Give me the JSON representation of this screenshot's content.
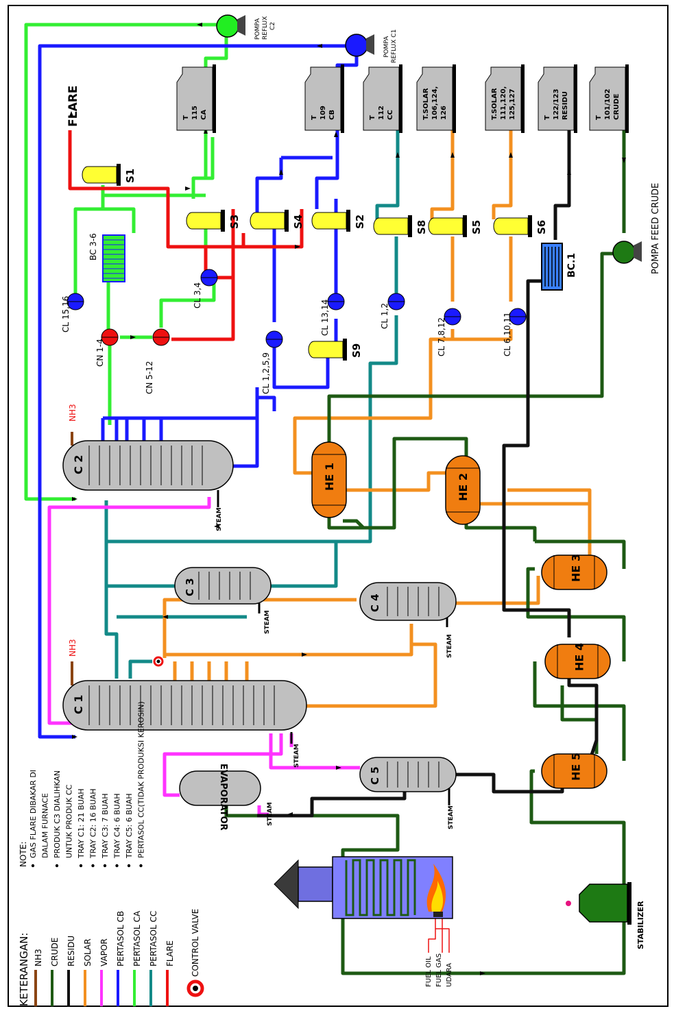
{
  "tanks": [
    {
      "id": "115CA",
      "t": "T",
      "a": "115",
      "b": "CA"
    },
    {
      "id": "109CB",
      "t": "T",
      "a": "109",
      "b": "CB"
    },
    {
      "id": "112CC",
      "t": "T",
      "a": "112",
      "b": "CC"
    },
    {
      "id": "solar1",
      "t": "T.SOLAR",
      "a": "106,124,",
      "b": "126"
    },
    {
      "id": "solar2",
      "t": "T.SOLAR",
      "a": "111,120,",
      "b": "125,127"
    },
    {
      "id": "residu",
      "t": "T",
      "a": "122/123",
      "b": "RESIDU"
    },
    {
      "id": "crude",
      "t": "T",
      "a": "101/102",
      "b": "CRUDE"
    }
  ],
  "pumps": {
    "c2": [
      "POMPA",
      "REFLUX",
      "C2"
    ],
    "c1": [
      "POMPA",
      "REFLUX C1"
    ],
    "feed": "POMPA FEED CRUDE"
  },
  "separators": {
    "s1": "S1",
    "s2": "S2",
    "s3": "S3",
    "s4": "S4",
    "s5": "S5",
    "s6": "S6",
    "s8": "S8",
    "s9": "S9"
  },
  "coolers": {
    "cl1516": "CL 15,16",
    "cl34": "CL 3,4",
    "cl1259": "CL 1,2,5,9",
    "cl1314": "CL 13,14",
    "cl12": "CL 1,2",
    "cl7812": "CL 7,8,12",
    "cl61011": "CL 6,10,11",
    "cn14": "CN 1-4",
    "cn512": "CN 5-12",
    "bc36": "BC 3-6",
    "bc1": "BC.1"
  },
  "columns": {
    "c1": "C 1",
    "c2": "C 2",
    "c3": "C 3",
    "c4": "C 4",
    "c5": "C 5"
  },
  "exchangers": {
    "he1": "HE 1",
    "he2": "HE 2",
    "he3": "HE 3",
    "he4": "HE 4",
    "he5": "HE 5"
  },
  "misc": {
    "flare": "FLARE",
    "nh3": "NH3",
    "steam": "STEAM",
    "evaporator": "EVAPORATOR",
    "stabilizer": "STABILIZER",
    "fuel_oil": "FUEL OIL",
    "fuel_gas": "FUEL GAS",
    "udara": "UDARA"
  },
  "note": {
    "title": "NOTE:",
    "lines": [
      {
        "bullet": true,
        "text": "GAS FLARE DIBAKAR DI"
      },
      {
        "bullet": false,
        "text": "DALAM FURNACE"
      },
      {
        "bullet": true,
        "text": "PRODUK C3 DIALIHKAN"
      },
      {
        "bullet": false,
        "text": "UNTUK PRODUK CC"
      },
      {
        "bullet": true,
        "text": "TRAY C1: 21 BUAH"
      },
      {
        "bullet": true,
        "text": "TRAY C2: 16 BUAH"
      },
      {
        "bullet": true,
        "text": "TRAY C3:  7  BUAH"
      },
      {
        "bullet": true,
        "text": "TRAY C4:  6  BUAH"
      },
      {
        "bullet": true,
        "text": "TRAY C5:  6  BUAH"
      },
      {
        "bullet": true,
        "text": "PERTASOL CC(TIDAK PRODUKSI KEROSIN)"
      }
    ]
  },
  "legend": {
    "title": "KETERANGAN:",
    "items": [
      {
        "label": "NH3",
        "color": "#8B4513"
      },
      {
        "label": "CRUDE",
        "color": "#1e5a14"
      },
      {
        "label": "RESIDU",
        "color": "#111111"
      },
      {
        "label": "SOLAR",
        "color": "#f39020"
      },
      {
        "label": "VAPOR",
        "color": "#ff33ff"
      },
      {
        "label": "PERTASOL CB",
        "color": "#1a1aff"
      },
      {
        "label": "PERTASOL CA",
        "color": "#33ee33"
      },
      {
        "label": "PERTASOL CC",
        "color": "#138a88"
      },
      {
        "label": "FLARE",
        "color": "#ee1111"
      }
    ],
    "control_valve": "CONTROL VALVE"
  },
  "colors": {
    "crude": "#1e5a14",
    "residu": "#111111",
    "solar": "#f39020",
    "vapor": "#ff33ff",
    "cb": "#1a1aff",
    "ca": "#33ee33",
    "cc": "#138a88",
    "flare": "#ee1111",
    "nh3": "#8B4513",
    "vessel": "#c0c0c0",
    "he": "#f07d10",
    "separator": "#ffff33"
  }
}
